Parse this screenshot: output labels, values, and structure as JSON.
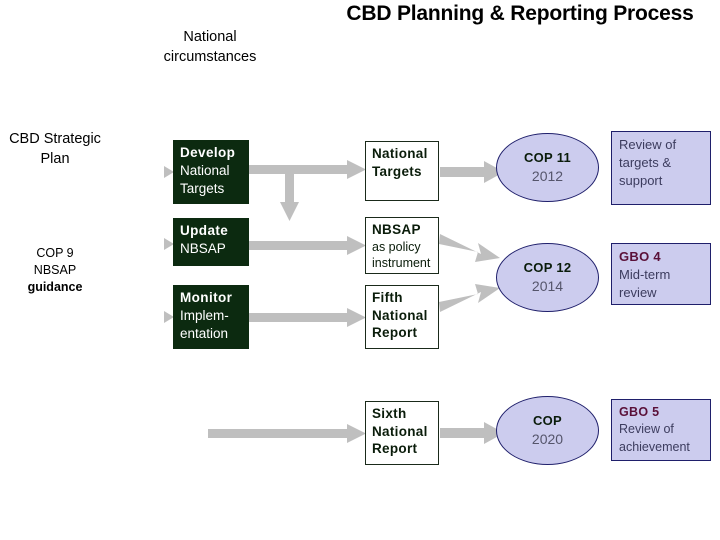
{
  "title": "CBD Planning & Reporting Process",
  "captions": {
    "national_circumstances": "National circumstances",
    "cbd_strategic_plan": "CBD Strategic Plan",
    "cop9_line1": "COP 9",
    "cop9_line2": "NBSAP",
    "cop9_line3": "guidance"
  },
  "process_steps": [
    {
      "heading": "Develop",
      "body_line1": "National",
      "body_line2": "Targets"
    },
    {
      "heading": "Update",
      "body_line1": "NBSAP",
      "body_line2": ""
    },
    {
      "heading": "Monitor",
      "body_line1": "Implem-",
      "body_line2": "entation"
    }
  ],
  "documents": [
    {
      "heading_line1": "National",
      "heading_line2": "Targets",
      "sub_line1": "",
      "sub_line2": ""
    },
    {
      "heading_line1": "NBSAP",
      "heading_line2": "",
      "sub_line1": "as policy",
      "sub_line2": "instrument"
    },
    {
      "heading_line1": "Fifth",
      "heading_line2": "National",
      "heading_line3": "Report"
    },
    {
      "heading_line1": "Sixth",
      "heading_line2": "National",
      "heading_line3": "Report"
    }
  ],
  "meetings": [
    {
      "name": "COP 11",
      "year": "2012"
    },
    {
      "name": "COP 12",
      "year": "2014"
    },
    {
      "name": "COP",
      "year": "2020"
    }
  ],
  "outcomes": [
    {
      "heading": "",
      "line1": "Review of",
      "line2": "targets &",
      "line3": "support"
    },
    {
      "heading": "GBO 4",
      "line1": "Mid-term",
      "line2": "review",
      "line3": ""
    },
    {
      "heading": "GBO 5",
      "line1": "Review of",
      "line2": "achievement",
      "line3": ""
    }
  ],
  "colors": {
    "process_box_fill": "#0c2a10",
    "process_box_text": "#ffffff",
    "meeting_fill": "#ccccee",
    "meeting_border": "#1f1f6b",
    "outcome_fill": "#ccccee",
    "outcome_heading": "#5a1038",
    "arrow": "#bfbfbf",
    "title_text": "#000000"
  }
}
